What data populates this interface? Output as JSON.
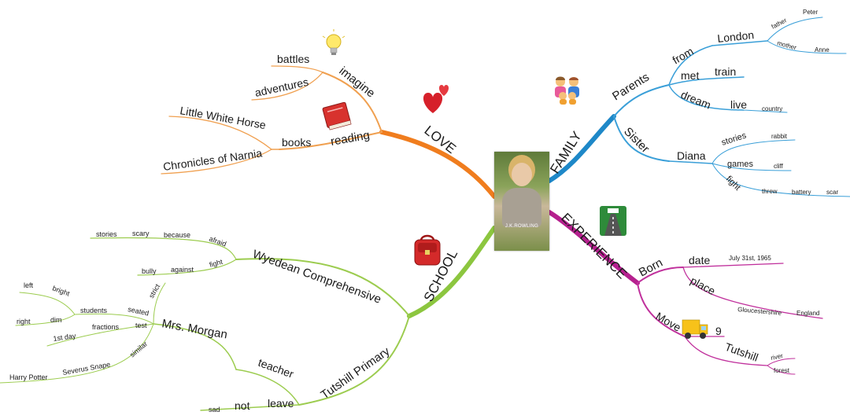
{
  "center": {
    "photo_caption": "J.K.ROWLING"
  },
  "branches": {
    "love": "LOVE",
    "family": "FAMILY",
    "experience": "EXPERIENCE",
    "school": "SCHOOL"
  },
  "love": {
    "imagine": "imagine",
    "battles": "battles",
    "adventures": "adventures",
    "reading": "reading",
    "books": "books",
    "little_white_horse": "Little White Horse",
    "chronicles_of_narnia": "Chronicles of Narnia"
  },
  "family": {
    "parents": "Parents",
    "from": "from",
    "london": "London",
    "father": "father",
    "peter": "Peter",
    "mother": "mother",
    "anne": "Anne",
    "met": "met",
    "train": "train",
    "dream": "dream",
    "live": "live",
    "country": "country",
    "sister": "Sister",
    "diana": "Diana",
    "stories": "stories",
    "rabbit": "rabbit",
    "games": "games",
    "cliff": "cliff",
    "fight": "fight",
    "threw": "threw",
    "battery": "battery",
    "scar": "scar"
  },
  "experience": {
    "born": "Born",
    "date": "date",
    "july": "July 31st, 1965",
    "place": "place",
    "gloucestershire": "Gloucestershire",
    "england": "England",
    "move": "Move",
    "nine": "9",
    "tutshill": "Tutshill",
    "river": "river",
    "forest": "forest"
  },
  "school": {
    "wyedean": "Wyedean Comprehensive",
    "afraid": "afraid",
    "because": "because",
    "scary": "scary",
    "stories": "stories",
    "fight": "fight",
    "against": "against",
    "bully": "bully",
    "tutshill_primary": "Tutshill Primary",
    "teacher": "teacher",
    "mrs_morgan": "Mrs. Morgan",
    "strict": "strict",
    "seated": "seated",
    "students": "students",
    "bright": "bright",
    "left": "left",
    "dim": "dim",
    "right": "right",
    "test": "test",
    "fractions": "fractions",
    "first_day": "1st day",
    "similar": "similar",
    "severus_snape": "Severus Snape",
    "harry_potter": "Harry Potter",
    "leave": "leave",
    "not": "not",
    "sad": "sad"
  },
  "colors": {
    "love": "#f07d1e",
    "family": "#1e88c8",
    "experience": "#b5208e",
    "school": "#8cc63f",
    "love_thin": "#f0a050",
    "family_thin": "#3a9fd8",
    "experience_thin": "#c0309c",
    "school_thin": "#9ccc4f"
  },
  "icons": [
    "lightbulb-icon",
    "book-icon",
    "hearts-icon",
    "family-icon",
    "road-icon",
    "truck-icon",
    "school-bag-icon"
  ]
}
